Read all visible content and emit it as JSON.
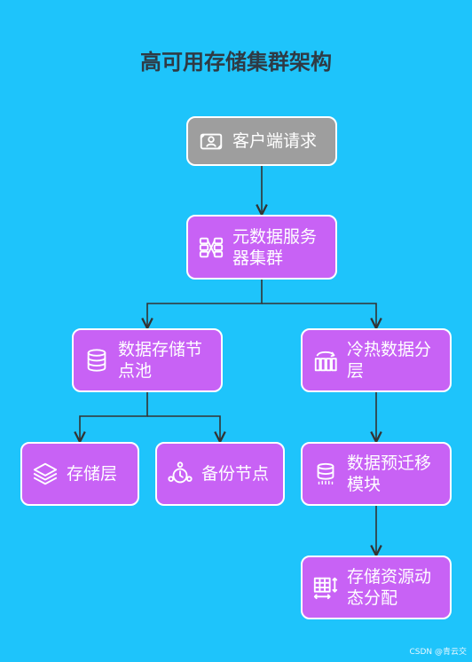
{
  "title": "高可用存储集群架构",
  "nodes": {
    "client": {
      "label": "客户端请求",
      "icon": "client-request-icon"
    },
    "meta": {
      "label": "元数据服务器集群",
      "icon": "server-cluster-icon"
    },
    "pool": {
      "label": "数据存储节点池",
      "icon": "database-icon"
    },
    "tiering": {
      "label": "冷热数据分层",
      "icon": "tiering-bars-icon"
    },
    "layer": {
      "label": "存储层",
      "icon": "layers-icon"
    },
    "backup": {
      "label": "备份节点",
      "icon": "backup-node-icon"
    },
    "migrate": {
      "label": "数据预迁移模块",
      "icon": "database-migrate-icon"
    },
    "alloc": {
      "label": "存储资源动态分配",
      "icon": "dynamic-allocation-icon"
    }
  },
  "colors": {
    "background": "#1ec4fb",
    "node": "#c862f5",
    "client_node": "#9e9e9e",
    "border": "#ffffff",
    "line": "#333333"
  },
  "watermark": "CSDN @青云交"
}
